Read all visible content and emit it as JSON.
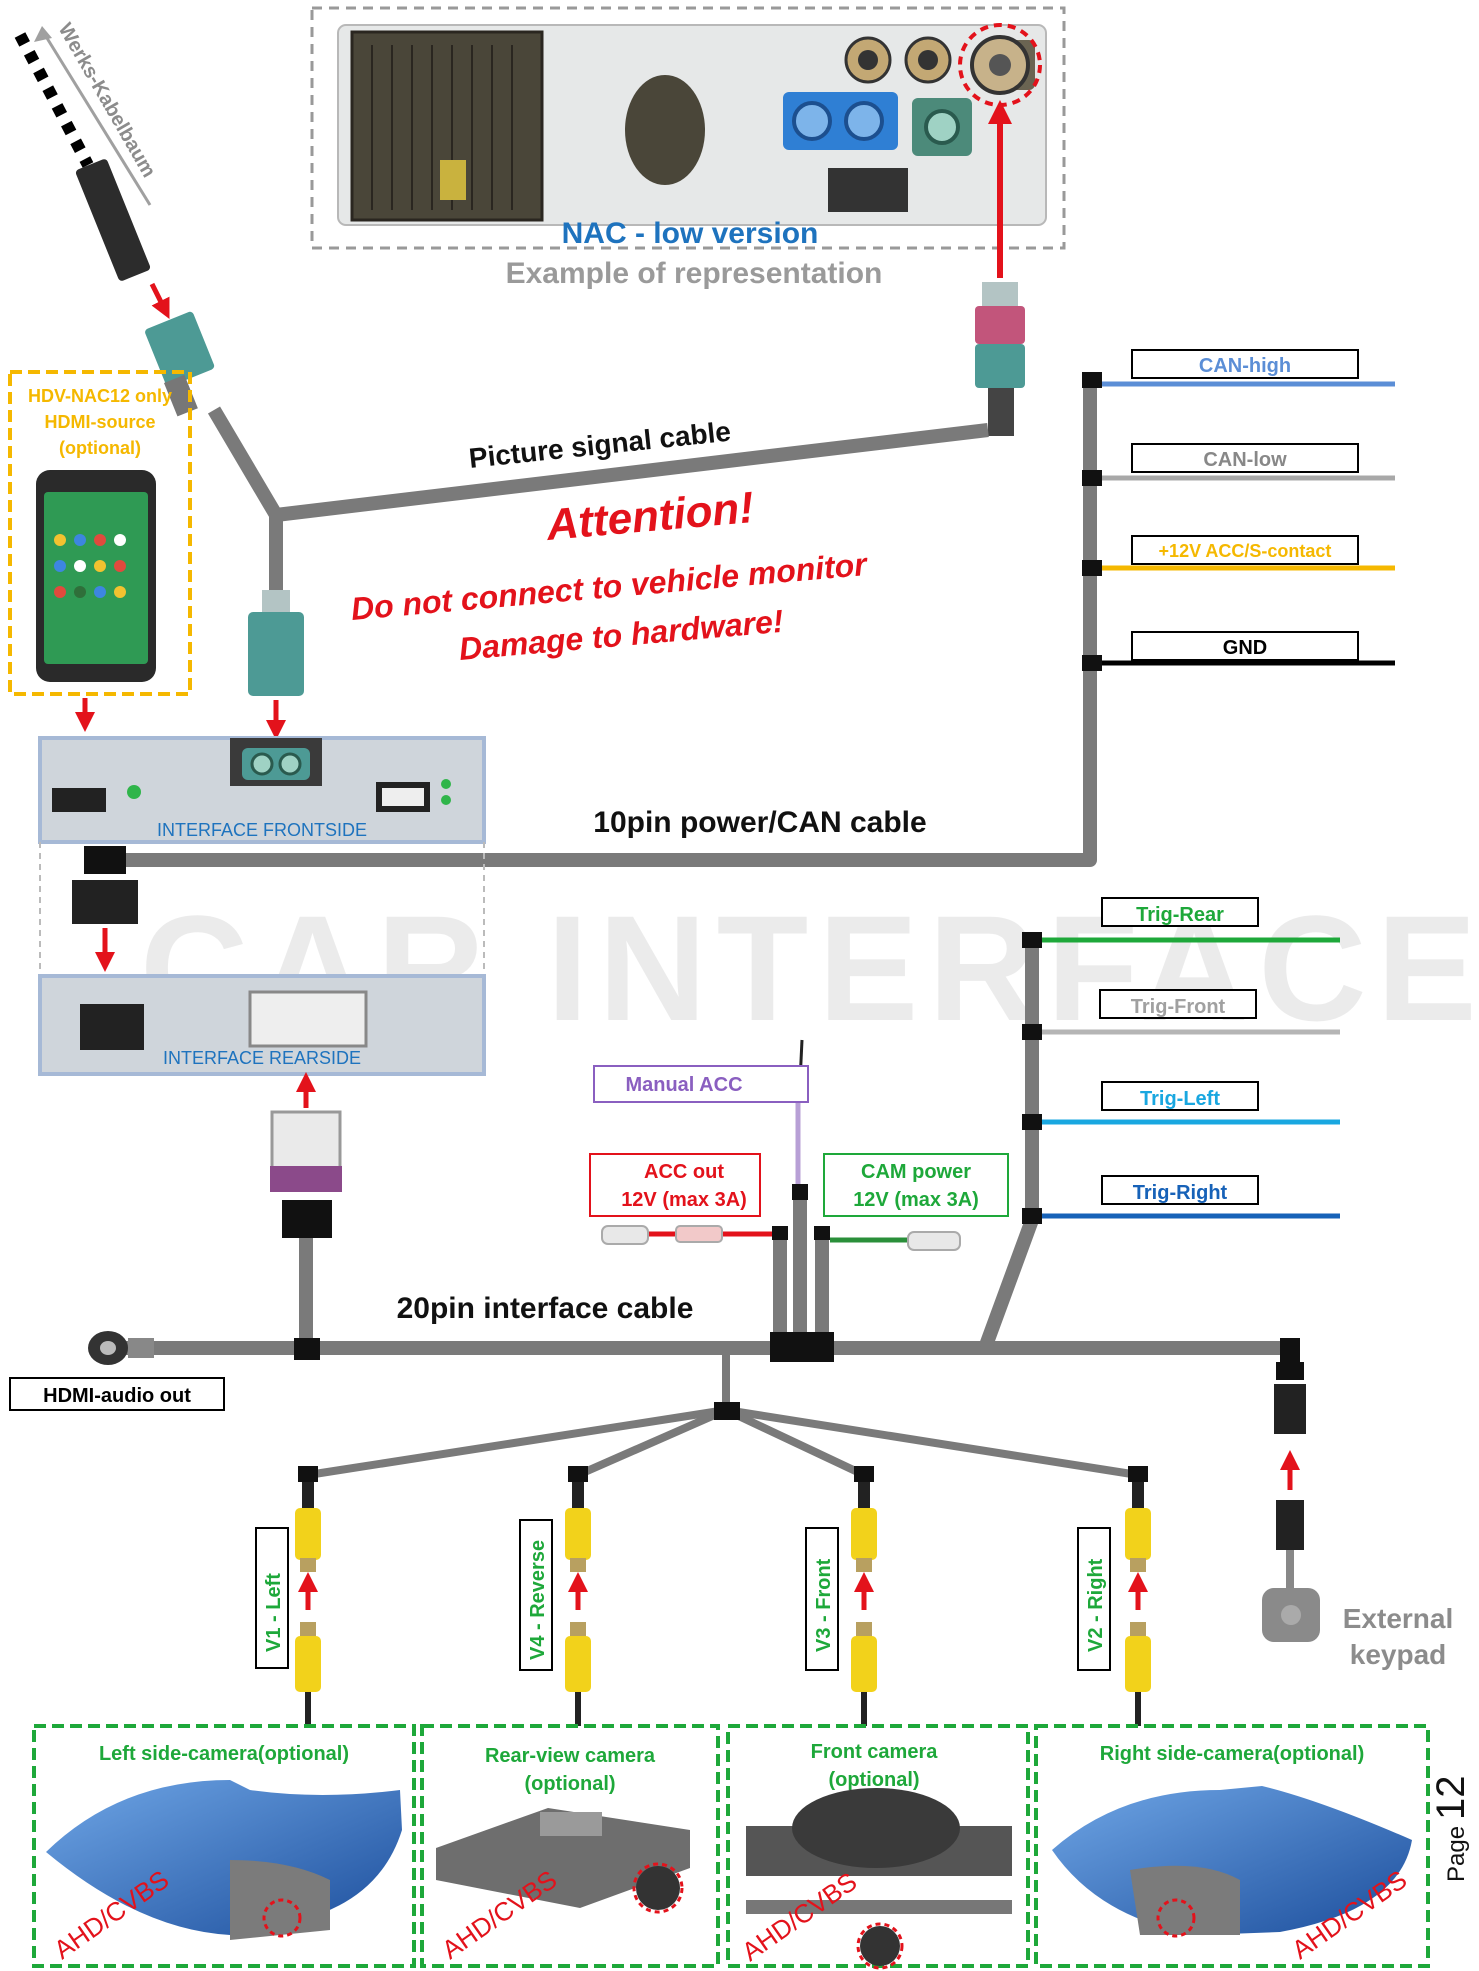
{
  "head_unit": {
    "title": "NAC - low version",
    "subtitle": "Example of representation"
  },
  "factory_harness": "Werks-Kabelbaum",
  "hdmi_source": {
    "line1": "HDV-NAC12 only",
    "line2": "HDMI-source",
    "line3": "(optional)"
  },
  "interface": {
    "front": "INTERFACE FRONTSIDE",
    "rear": "INTERFACE REARSIDE"
  },
  "cables": {
    "picture": "Picture signal cable",
    "power_can": "10pin power/CAN cable",
    "interface20": "20pin interface cable"
  },
  "attention": {
    "title": "Attention!",
    "line1": "Do not connect to vehicle monitor",
    "line2": "Damage to hardware!"
  },
  "power_wires": [
    {
      "label": "CAN-high",
      "color": "#5b8ed6"
    },
    {
      "label": "CAN-low",
      "color": "#a8a8a8"
    },
    {
      "label": "+12V ACC/S-contact",
      "color": "#f5b800"
    },
    {
      "label": "GND",
      "color": "#000000"
    }
  ],
  "trigger_wires": [
    {
      "label": "Trig-Rear",
      "color": "#1ea83a"
    },
    {
      "label": "Trig-Front",
      "color": "#b5b5b5"
    },
    {
      "label": "Trig-Left",
      "color": "#19a7e0"
    },
    {
      "label": "Trig-Right",
      "color": "#1762b8"
    }
  ],
  "aux": {
    "manual_acc": "Manual ACC",
    "acc_out_1": "ACC out",
    "acc_out_2": "12V (max 3A)",
    "cam_power_1": "CAM power",
    "cam_power_2": "12V (max 3A)",
    "hdmi_audio": "HDMI-audio out",
    "keypad_1": "External",
    "keypad_2": "keypad"
  },
  "video_inputs": [
    {
      "label": "V1 - Left"
    },
    {
      "label": "V4 - Reverse"
    },
    {
      "label": "V3 - Front"
    },
    {
      "label": "V2 - Right"
    }
  ],
  "cameras": [
    {
      "line1": "Left side-camera(optional)",
      "line2": "",
      "tag": "AHD/CVBS"
    },
    {
      "line1": "Rear-view camera",
      "line2": "(optional)",
      "tag": "AHD/CVBS"
    },
    {
      "line1": "Front camera",
      "line2": "(optional)",
      "tag": "AHD/CVBS"
    },
    {
      "line1": "Right side-camera(optional)",
      "line2": "",
      "tag": "AHD/CVBS"
    }
  ],
  "page": {
    "word": "Page",
    "number": "12"
  },
  "colors": {
    "cable": "#7a7a7a",
    "alert": "#e3121b",
    "frame_green": "#1ea83a",
    "frame_orange": "#f5b800",
    "nac_blue": "#1e73be"
  }
}
